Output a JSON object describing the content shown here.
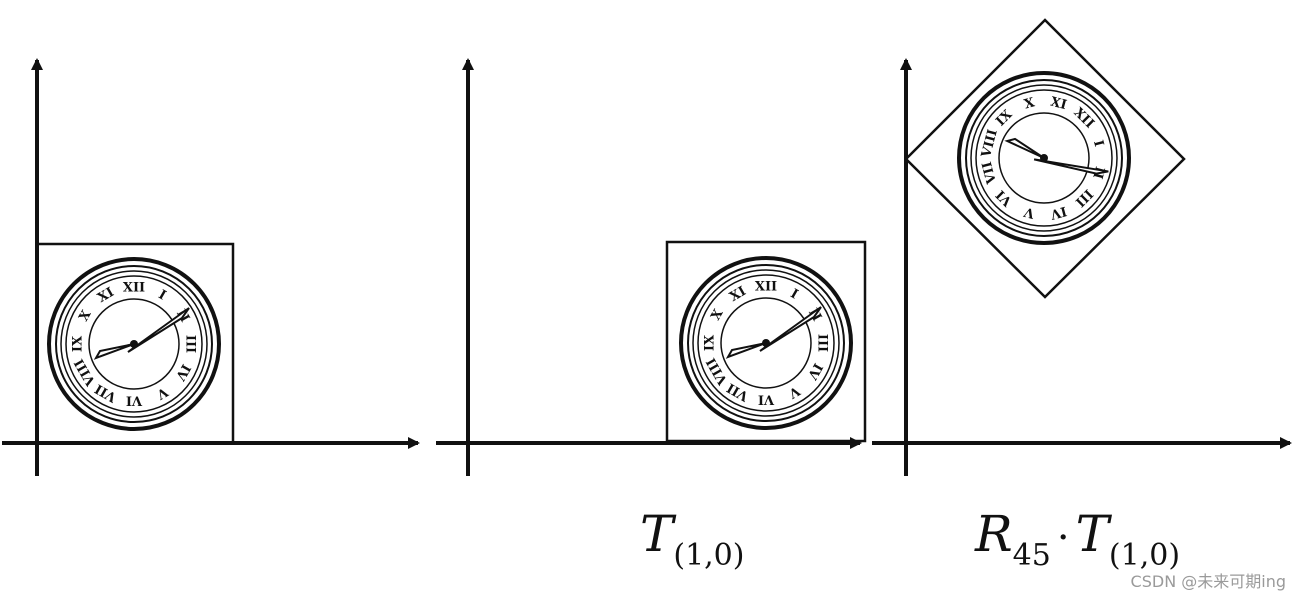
{
  "labels": {
    "panel2": {
      "main": "T",
      "sub": "(1,0)"
    },
    "panel3": {
      "main_r": "R",
      "sub_r": "45",
      "dot": "·",
      "main_t": "T",
      "sub_t": "(1,0)"
    }
  },
  "watermark": "CSDN @未来可期ing",
  "colors": {
    "stroke": "#111111",
    "background": "#ffffff",
    "watermark": "#9a9a9a"
  },
  "clock": {
    "numerals": [
      "XII",
      "I",
      "II",
      "III",
      "IV",
      "V",
      "VI",
      "VII",
      "VIII",
      "IX",
      "X",
      "XI"
    ]
  },
  "transform": {
    "translate": [
      1,
      0
    ],
    "rotate_deg": 45
  },
  "icons": [
    "clock-icon",
    "axis-arrow-icon"
  ]
}
